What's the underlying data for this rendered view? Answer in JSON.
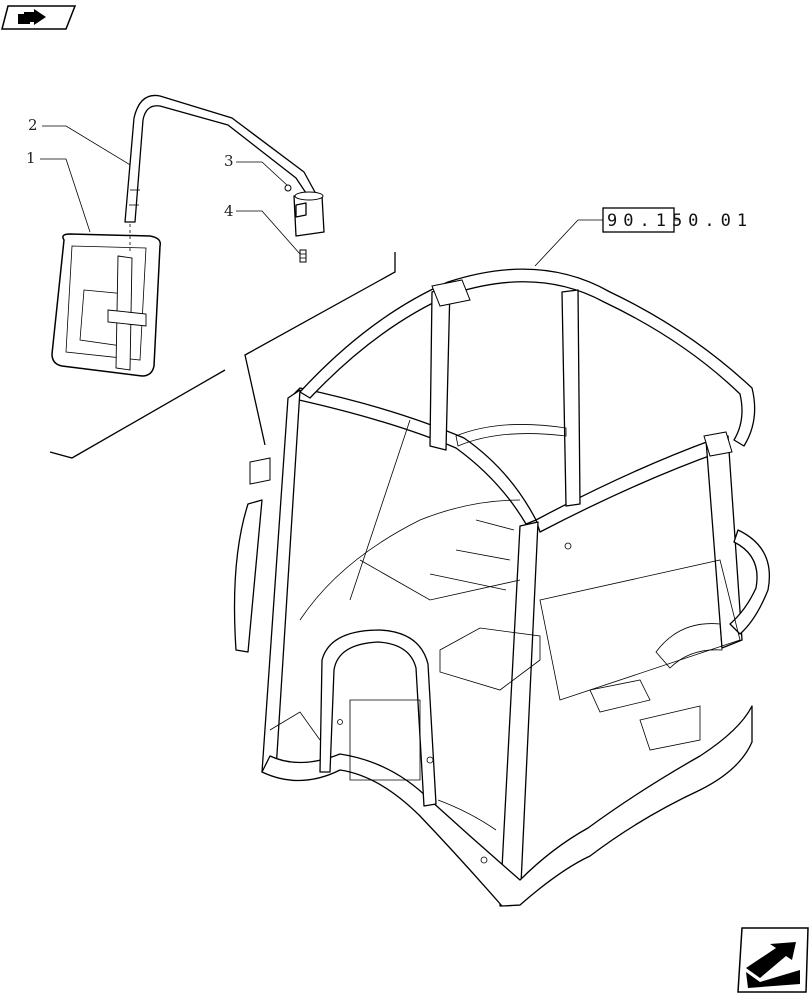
{
  "callouts": [
    {
      "label": "1"
    },
    {
      "label": "2"
    },
    {
      "label": "3"
    },
    {
      "label": "4"
    }
  ],
  "reference": {
    "code": "90.150.01"
  },
  "icons": {
    "top_left": "book-arrow-icon",
    "bottom_right": "next-page-arrow-icon"
  }
}
